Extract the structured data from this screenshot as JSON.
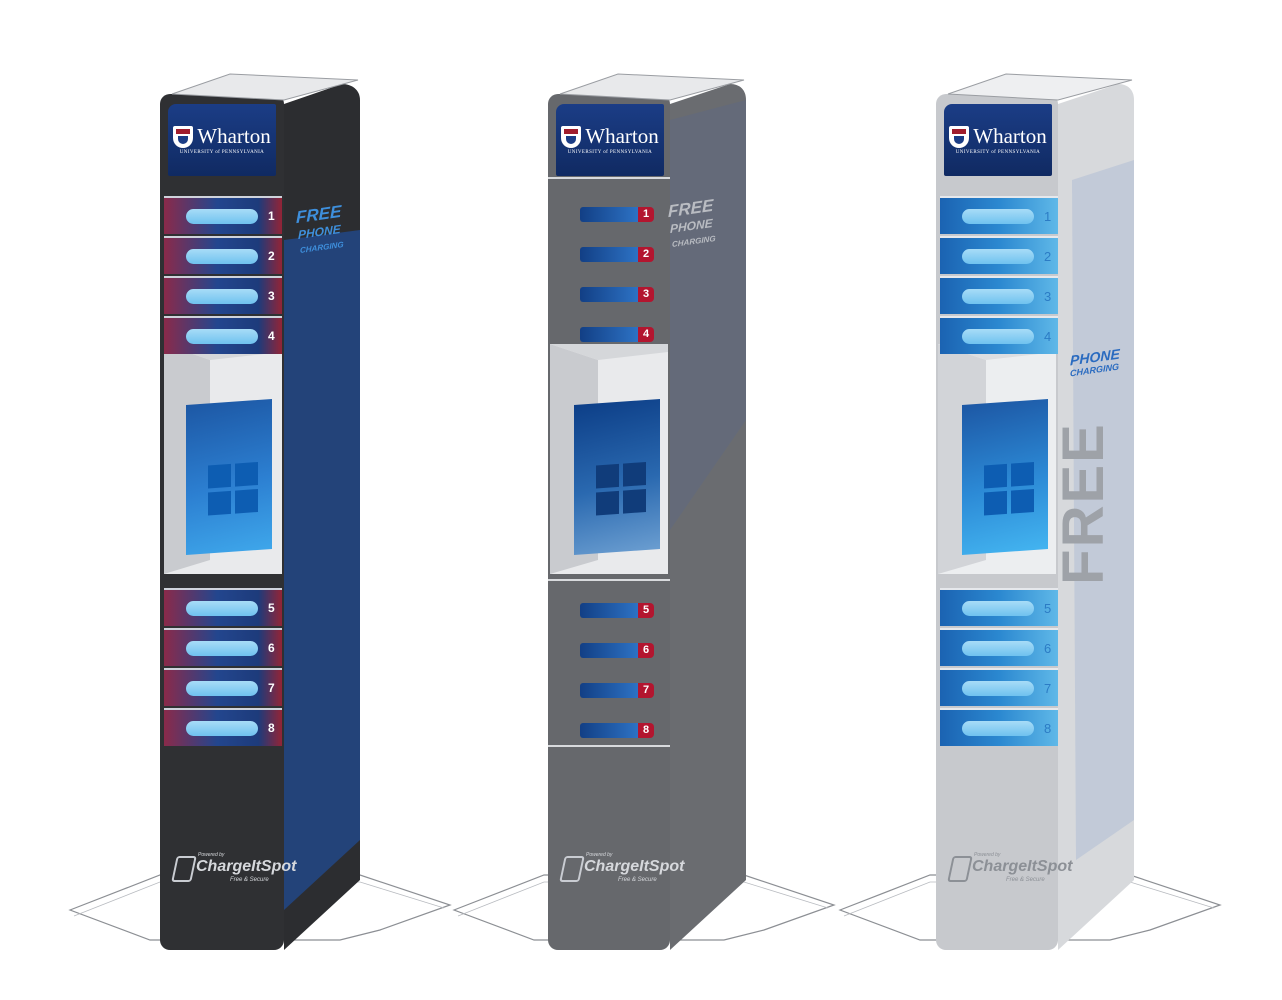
{
  "kiosks": [
    {
      "variant": "dark",
      "brand": {
        "name": "Wharton",
        "sub": "UNIVERSITY of PENNSYLVANIA"
      },
      "side": {
        "line1": "FREE",
        "line2": "PHONE",
        "line3": "CHARGING"
      },
      "slots": [
        "1",
        "2",
        "3",
        "4",
        "5",
        "6",
        "7",
        "8"
      ],
      "footer": {
        "powered": "Powered by",
        "name": "ChargeItSpot",
        "tag": "Free & Secure"
      },
      "colors": {
        "body": "#2f3033",
        "side": "#233f77"
      }
    },
    {
      "variant": "gray",
      "brand": {
        "name": "Wharton",
        "sub": "UNIVERSITY of PENNSYLVANIA"
      },
      "side": {
        "line1": "FREE",
        "line2": "PHONE",
        "line3": "CHARGING"
      },
      "slots": [
        "1",
        "2",
        "3",
        "4",
        "5",
        "6",
        "7",
        "8"
      ],
      "footer": {
        "powered": "Powered by",
        "name": "ChargeItSpot",
        "tag": "Free & Secure"
      },
      "colors": {
        "body": "#66686c",
        "side": "#6a6c70"
      }
    },
    {
      "variant": "light",
      "brand": {
        "name": "Wharton",
        "sub": "UNIVERSITY of PENNSYLVANIA"
      },
      "side": {
        "line1": "PHONE",
        "line2": "CHARGING",
        "big": "FREE"
      },
      "slots": [
        "1",
        "2",
        "3",
        "4",
        "5",
        "6",
        "7",
        "8"
      ],
      "footer": {
        "powered": "Powered by",
        "name": "ChargeItSpot",
        "tag": "Free & Secure"
      },
      "colors": {
        "body": "#c7c9cd",
        "side": "#d7d9dc"
      }
    }
  ]
}
